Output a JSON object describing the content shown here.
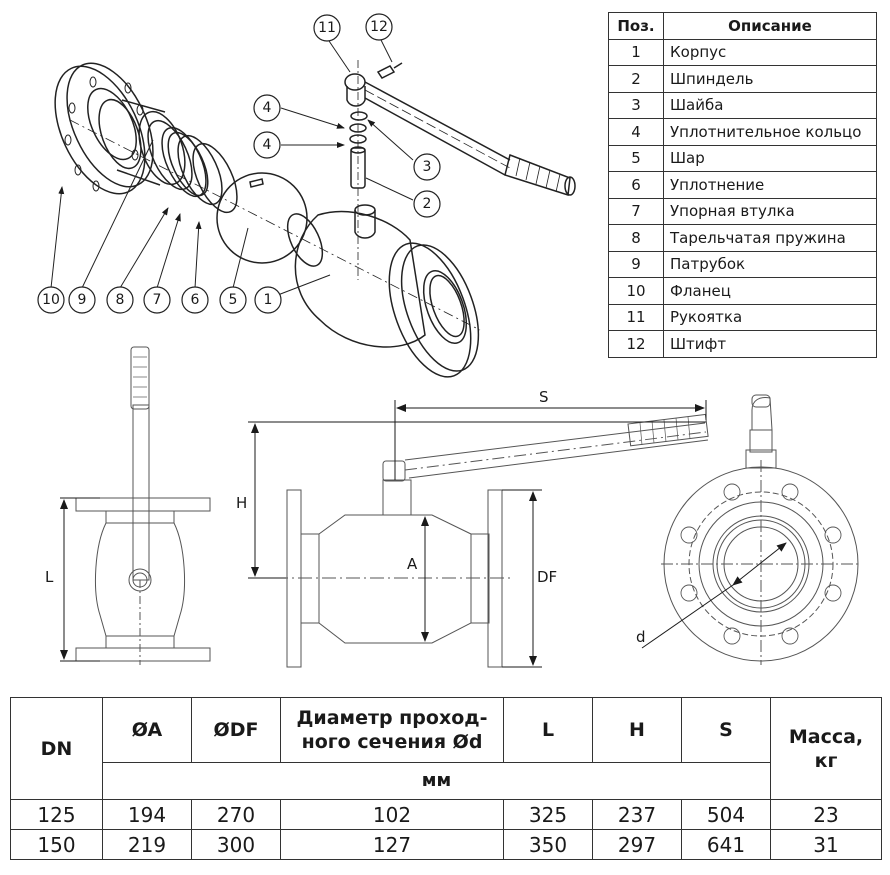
{
  "exploded_view": {
    "callouts": [
      "1",
      "2",
      "3",
      "4",
      "4",
      "5",
      "6",
      "7",
      "8",
      "9",
      "10",
      "11",
      "12"
    ]
  },
  "parts_table": {
    "headers": {
      "pos": "Поз.",
      "desc": "Описание"
    },
    "rows": [
      {
        "pos": "1",
        "desc": "Корпус"
      },
      {
        "pos": "2",
        "desc": "Шпиндель"
      },
      {
        "pos": "3",
        "desc": "Шайба"
      },
      {
        "pos": "4",
        "desc": "Уплотнительное кольцо"
      },
      {
        "pos": "5",
        "desc": "Шар"
      },
      {
        "pos": "6",
        "desc": "Уплотнение"
      },
      {
        "pos": "7",
        "desc": "Упорная втулка"
      },
      {
        "pos": "8",
        "desc": "Тарельчатая пружина"
      },
      {
        "pos": "9",
        "desc": "Патрубок"
      },
      {
        "pos": "10",
        "desc": "Фланец"
      },
      {
        "pos": "11",
        "desc": "Рукоятка"
      },
      {
        "pos": "12",
        "desc": "Штифт"
      }
    ]
  },
  "dimension_labels": {
    "L": "L",
    "H": "H",
    "S": "S",
    "A": "A",
    "DF": "DF",
    "d": "d"
  },
  "dims_table": {
    "headers": {
      "dn": "DN",
      "a": "ØA",
      "df": "ØDF",
      "d_line1": "Диаметр проход-",
      "d_line2": "ного сечения Ød",
      "l": "L",
      "h": "H",
      "s": "S",
      "mass_line1": "Масса,",
      "mass_line2": "кг",
      "unit": "мм"
    },
    "rows": [
      {
        "dn": "125",
        "a": "194",
        "df": "270",
        "d": "102",
        "l": "325",
        "h": "237",
        "s": "504",
        "mass": "23"
      },
      {
        "dn": "150",
        "a": "219",
        "df": "300",
        "d": "127",
        "l": "350",
        "h": "297",
        "s": "641",
        "mass": "31"
      }
    ]
  }
}
